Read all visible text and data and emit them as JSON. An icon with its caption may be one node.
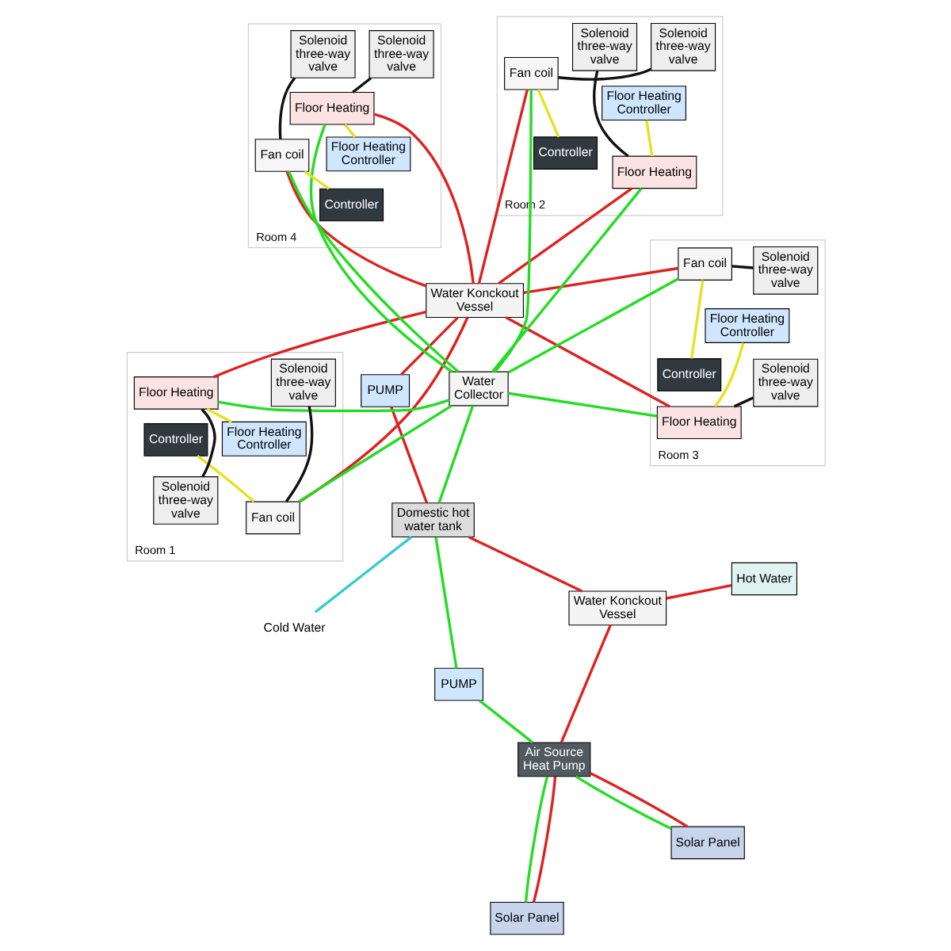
{
  "diagram": {
    "nodes": [
      {
        "text": [
          "Cold Water"
        ]
      },
      {
        "text": [
          "Water Konckout Vessel"
        ]
      },
      {
        "text": [
          "Domestic hot water tank"
        ]
      },
      {
        "text": [
          "Air Source Heat Pump"
        ]
      },
      {
        "text": [
          "Solar Panel"
        ]
      },
      {
        "text": [
          "Solar Panel"
        ]
      },
      {
        "text": [
          "Hot Water"
        ]
      },
      {
        "text": [
          "PUMP"
        ]
      },
      {
        "text": [
          "PUMP"
        ]
      },
      {
        "text": [
          "Water Konckout Vessel"
        ]
      },
      {
        "text": [
          "Water Collector"
        ]
      },
      {
        "text": [
          "Room 1"
        ]
      },
      {
        "text": [
          "Fan coil"
        ],
        "in": 11
      },
      {
        "text": [
          "Controller"
        ],
        "in": 11
      },
      {
        "text": [
          "Solenoid three-way valve"
        ],
        "in": 11
      },
      {
        "text": [
          "Solenoid three-way valve"
        ],
        "in": 11
      },
      {
        "text": [
          "Floor Heating Controller"
        ],
        "in": 11
      },
      {
        "text": [
          "Floor Heating"
        ],
        "in": 11
      },
      {
        "text": [
          "Room 2"
        ]
      },
      {
        "text": [
          "Fan coil"
        ],
        "in": 18
      },
      {
        "text": [
          "Controller"
        ],
        "in": 18
      },
      {
        "text": [
          "Solenoid three-way valve"
        ],
        "in": 18
      },
      {
        "text": [
          "Solenoid three-way valve"
        ],
        "in": 18
      },
      {
        "text": [
          "Floor Heating Controller"
        ],
        "in": 18
      },
      {
        "text": [
          "Floor Heating"
        ],
        "in": 18
      },
      {
        "text": [
          "Room 3"
        ]
      },
      {
        "text": [
          "Fan coil"
        ],
        "in": 25
      },
      {
        "text": [
          "Controller"
        ],
        "in": 25
      },
      {
        "text": [
          "Solenoid three-way valve"
        ],
        "in": 25
      },
      {
        "text": [
          "Solenoid three-way valve"
        ],
        "in": 25
      },
      {
        "text": [
          "Floor Heating Controller"
        ],
        "in": 25
      },
      {
        "text": [
          "Floor Heating"
        ],
        "in": 25
      },
      {
        "text": [
          "Room 4"
        ]
      },
      {
        "text": [
          "Fan coil"
        ],
        "in": 32
      },
      {
        "text": [
          "Controller"
        ],
        "in": 32
      },
      {
        "text": [
          "Solenoid three-way valve"
        ],
        "in": 32
      },
      {
        "text": [
          "Solenoid three-way valve"
        ],
        "in": 32
      },
      {
        "text": [
          "Floor Heating Controller"
        ],
        "in": 32
      },
      {
        "text": [
          "Floor Heating"
        ],
        "in": 32
      }
    ],
    "edges": [
      {
        "from": 0,
        "to": 2,
        "arrow": "none",
        "color": "#33cccc"
      },
      {
        "from": 1,
        "to": 2,
        "arrow": "none",
        "color": "#e02020"
      },
      {
        "from": 3,
        "to": 1,
        "arrow": "none",
        "color": "#e02020"
      },
      {
        "from": 1,
        "to": 6,
        "arrow": "none",
        "color": "#e02020"
      },
      {
        "from": 3,
        "to": 4,
        "arrow": "none",
        "color": "#e02020"
      },
      {
        "from": 3,
        "to": 5,
        "arrow": "none",
        "color": "#e02020"
      },
      {
        "from": 3,
        "to": 4,
        "arrow": "none",
        "color": "#22dd22"
      },
      {
        "from": 3,
        "to": 5,
        "arrow": "none",
        "color": "#22dd22"
      },
      {
        "from": 3,
        "to": 8,
        "arrow": "none",
        "color": "#22dd22"
      },
      {
        "from": 8,
        "to": 2,
        "arrow": "none",
        "color": "#22dd22"
      },
      {
        "from": 2,
        "to": 7,
        "arrow": "none",
        "color": "#e02020"
      },
      {
        "from": 7,
        "to": 9,
        "arrow": "none",
        "color": "#e02020"
      },
      {
        "from": 2,
        "to": 10,
        "arrow": "none",
        "color": "#22dd22"
      },
      {
        "from": 9,
        "to": 12,
        "arrow": "none",
        "color": "#e02020"
      },
      {
        "from": 10,
        "to": 12,
        "arrow": "none",
        "color": "#22dd22"
      },
      {
        "from": 13,
        "to": 12,
        "arrow": "none",
        "color": "#e8e020"
      },
      {
        "from": 14,
        "to": 12,
        "arrow": "none",
        "color": "#111111"
      },
      {
        "from": 15,
        "to": 17,
        "arrow": "none",
        "color": "#111111"
      },
      {
        "from": 16,
        "to": 17,
        "arrow": "none",
        "color": "#e8e020"
      },
      {
        "from": 9,
        "to": 17,
        "arrow": "none",
        "color": "#e02020"
      },
      {
        "from": 10,
        "to": 17,
        "arrow": "none",
        "color": "#22dd22"
      },
      {
        "from": 9,
        "to": 19,
        "arrow": "none",
        "color": "#e02020"
      },
      {
        "from": 10,
        "to": 19,
        "arrow": "none",
        "color": "#22dd22"
      },
      {
        "from": 20,
        "to": 19,
        "arrow": "none",
        "color": "#e8e020"
      },
      {
        "from": 21,
        "to": 19,
        "arrow": "none",
        "color": "#111111"
      },
      {
        "from": 22,
        "to": 24,
        "arrow": "none",
        "color": "#111111"
      },
      {
        "from": 23,
        "to": 24,
        "arrow": "none",
        "color": "#e8e020"
      },
      {
        "from": 9,
        "to": 24,
        "arrow": "none",
        "color": "#e02020"
      },
      {
        "from": 10,
        "to": 24,
        "arrow": "none",
        "color": "#22dd22"
      },
      {
        "from": 9,
        "to": 26,
        "arrow": "none",
        "color": "#e02020"
      },
      {
        "from": 10,
        "to": 26,
        "arrow": "none",
        "color": "#22dd22"
      },
      {
        "from": 27,
        "to": 26,
        "arrow": "none",
        "color": "#e8e020"
      },
      {
        "from": 28,
        "to": 26,
        "arrow": "none",
        "color": "#111111"
      },
      {
        "from": 29,
        "to": 31,
        "arrow": "none",
        "color": "#111111"
      },
      {
        "from": 30,
        "to": 31,
        "arrow": "none",
        "color": "#e8e020"
      },
      {
        "from": 9,
        "to": 31,
        "arrow": "none",
        "color": "#e02020"
      },
      {
        "from": 10,
        "to": 31,
        "arrow": "none",
        "color": "#22dd22"
      },
      {
        "from": 9,
        "to": 33,
        "arrow": "none",
        "color": "#e02020"
      },
      {
        "from": 10,
        "to": 33,
        "arrow": "none",
        "color": "#22dd22"
      },
      {
        "from": 34,
        "to": 33,
        "arrow": "none",
        "color": "#e8e020"
      },
      {
        "from": 35,
        "to": 33,
        "arrow": "none",
        "color": "#111111"
      },
      {
        "from": 36,
        "to": 38,
        "arrow": "none",
        "color": "#111111"
      },
      {
        "from": 37,
        "to": 38,
        "arrow": "none",
        "color": "#e8e020"
      },
      {
        "from": 9,
        "to": 38,
        "arrow": "none",
        "color": "#e02020"
      },
      {
        "from": 10,
        "to": 38,
        "arrow": "none",
        "color": "#22dd22"
      }
    ]
  }
}
